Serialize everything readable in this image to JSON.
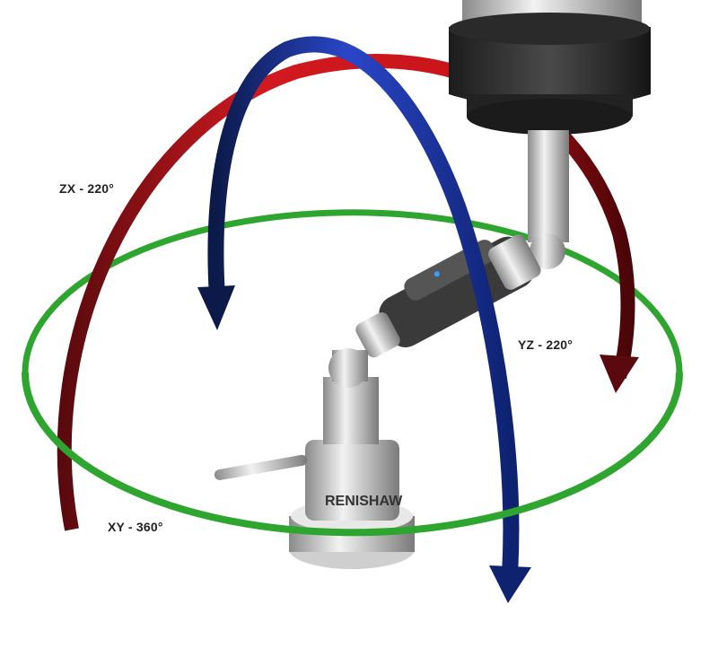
{
  "labels": {
    "zx": "ZX - 220°",
    "yz": "YZ - 220°",
    "xy": "XY - 360°"
  },
  "brand": "RENISHAW",
  "colors": {
    "xy_ring": "#2ea52e",
    "zx_arrow": "#c8141a",
    "yz_arrow": "#1a2f9c"
  }
}
